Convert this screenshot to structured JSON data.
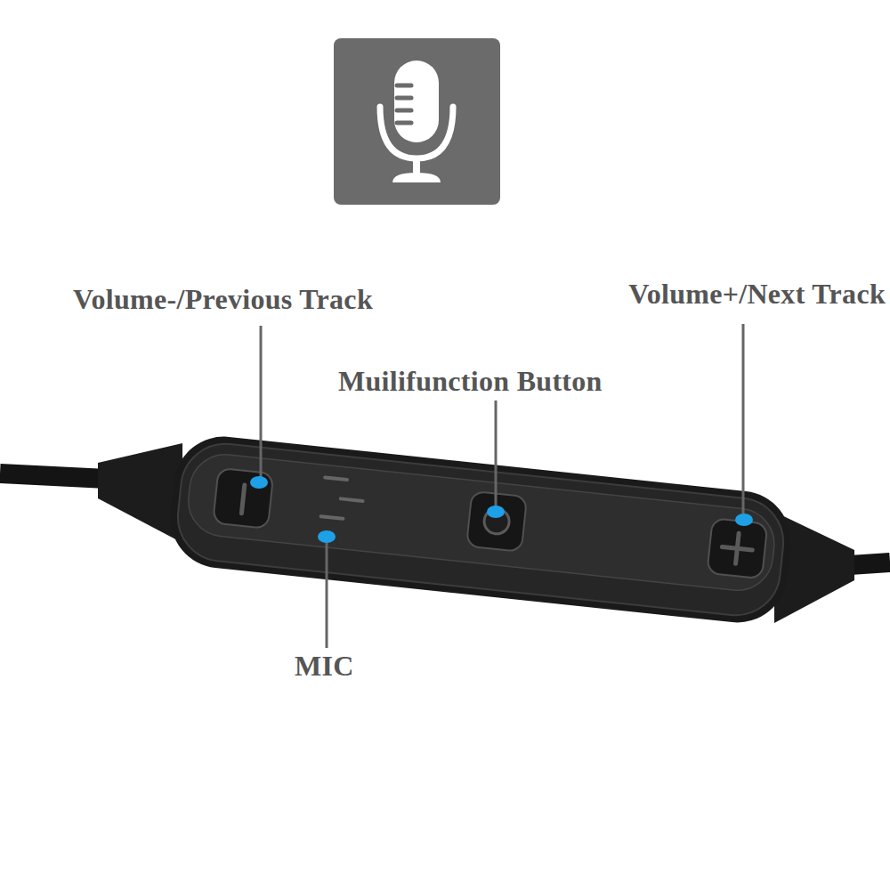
{
  "diagram": {
    "labels": [
      "Volume-/Previous Track",
      "Volume+/Next Track",
      "Muilifunction Button",
      "MIC"
    ]
  }
}
